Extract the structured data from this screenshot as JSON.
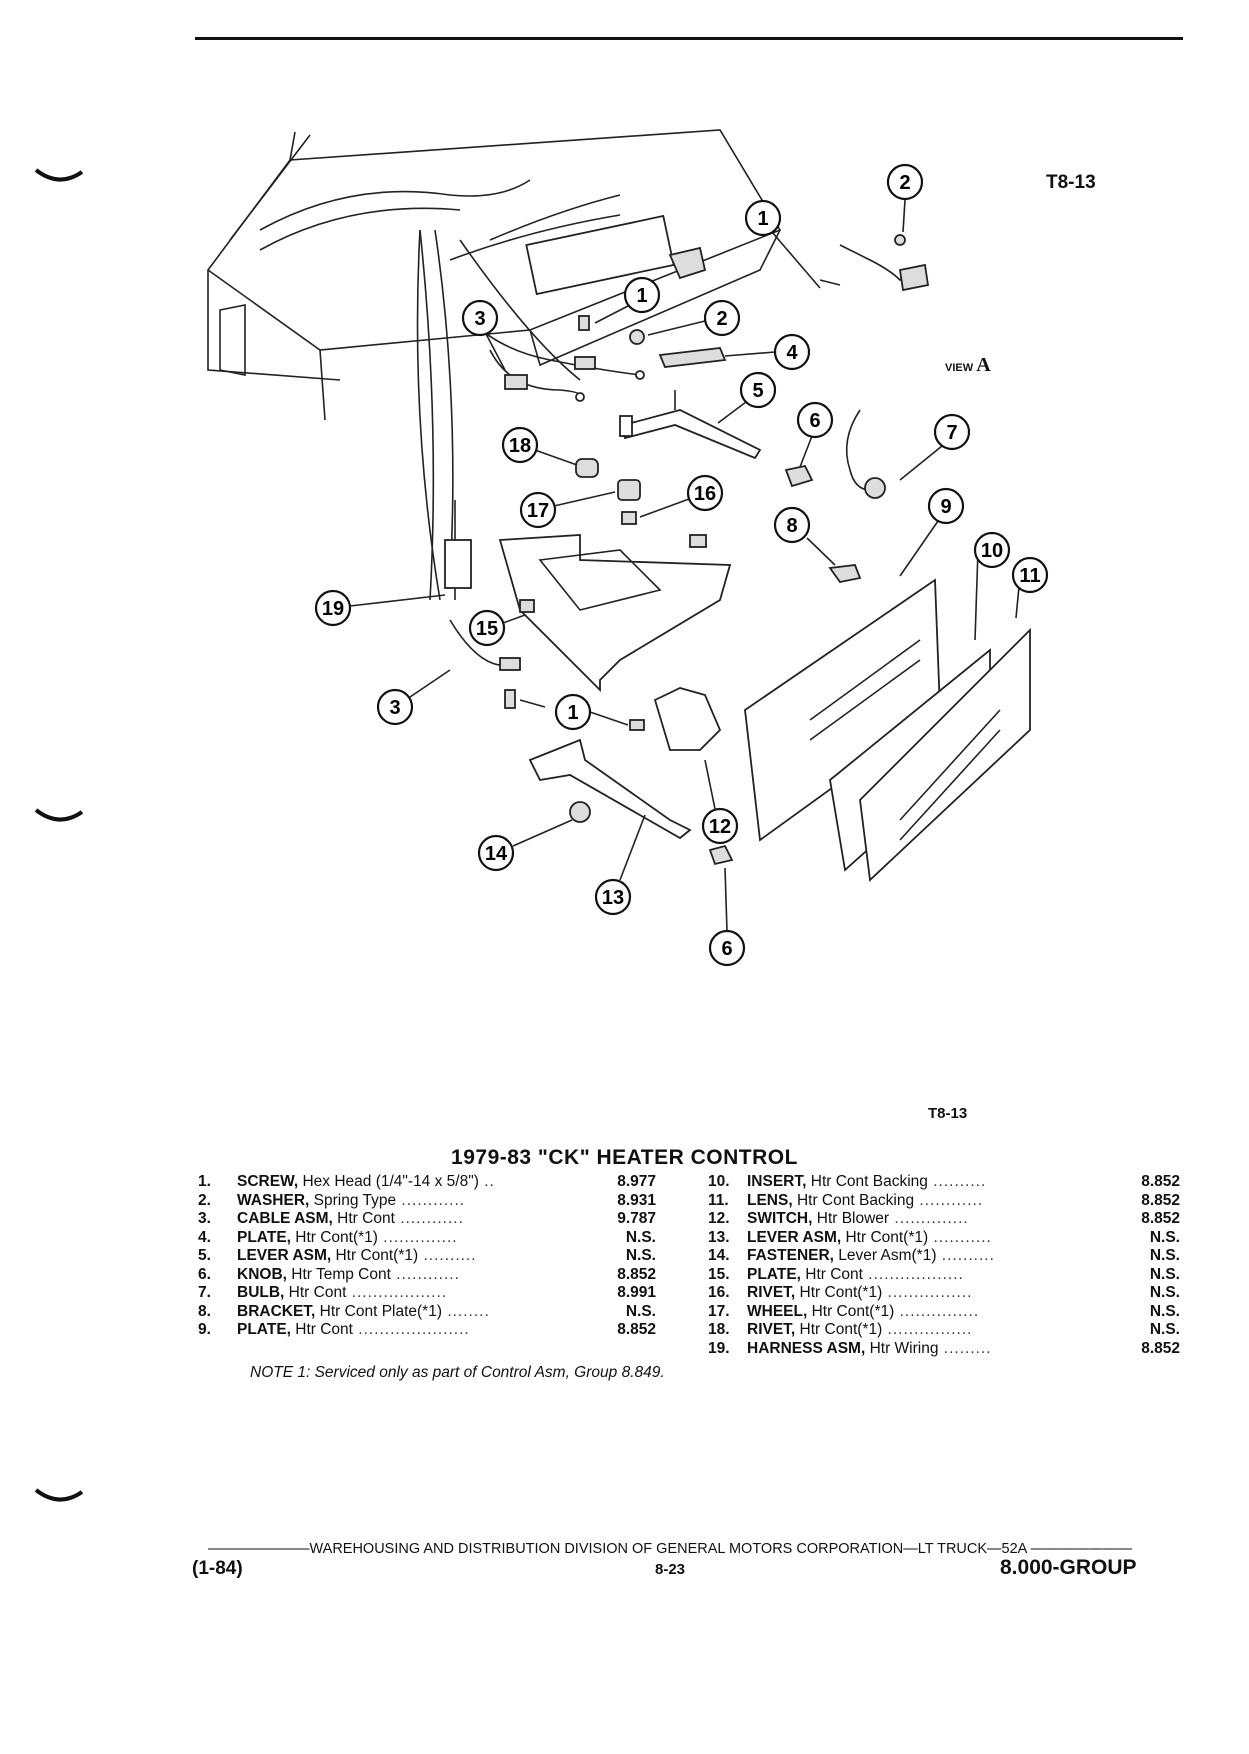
{
  "figure": {
    "code_top": "T8-13",
    "code_bottom": "T8-13",
    "view_label": "VIEW",
    "view_letter": "A",
    "callouts": [
      "2",
      "1",
      "1",
      "2",
      "3",
      "4",
      "5",
      "6",
      "7",
      "18",
      "17",
      "16",
      "8",
      "9",
      "10",
      "11",
      "19",
      "15",
      "3",
      "1",
      "12",
      "14",
      "13",
      "6"
    ]
  },
  "title": "1979-83 \"CK\" HEATER CONTROL",
  "parts_left": [
    {
      "num": "1.",
      "name": "SCREW,",
      "desc": " Hex Head (1/4\"-14 x 5/8\")",
      "dots": " ..",
      "ref": "8.977"
    },
    {
      "num": "2.",
      "name": "WASHER,",
      "desc": " Spring Type",
      "dots": " ............",
      "ref": "8.931"
    },
    {
      "num": "3.",
      "name": "CABLE ASM,",
      "desc": " Htr Cont",
      "dots": " ............",
      "ref": "9.787"
    },
    {
      "num": "4.",
      "name": "PLATE,",
      "desc": " Htr Cont(*1)",
      "dots": " ..............",
      "ref": "N.S."
    },
    {
      "num": "5.",
      "name": "LEVER ASM,",
      "desc": " Htr Cont(*1)",
      "dots": " ..........",
      "ref": "N.S."
    },
    {
      "num": "6.",
      "name": "KNOB,",
      "desc": " Htr Temp Cont",
      "dots": " ............",
      "ref": "8.852"
    },
    {
      "num": "7.",
      "name": "BULB,",
      "desc": " Htr Cont",
      "dots": " ..................",
      "ref": "8.991"
    },
    {
      "num": "8.",
      "name": "BRACKET,",
      "desc": " Htr Cont Plate(*1)",
      "dots": " ........",
      "ref": "N.S."
    },
    {
      "num": "9.",
      "name": "PLATE,",
      "desc": " Htr Cont",
      "dots": " .....................",
      "ref": "8.852"
    }
  ],
  "parts_right": [
    {
      "num": "10.",
      "name": "INSERT,",
      "desc": " Htr Cont Backing",
      "dots": " ..........",
      "ref": "8.852"
    },
    {
      "num": "11.",
      "name": "LENS,",
      "desc": " Htr Cont Backing",
      "dots": " ............",
      "ref": "8.852"
    },
    {
      "num": "12.",
      "name": "SWITCH,",
      "desc": " Htr Blower",
      "dots": " ..............",
      "ref": "8.852"
    },
    {
      "num": "13.",
      "name": "LEVER ASM,",
      "desc": " Htr Cont(*1)",
      "dots": " ...........",
      "ref": "N.S."
    },
    {
      "num": "14.",
      "name": "FASTENER,",
      "desc": " Lever Asm(*1)",
      "dots": " ..........",
      "ref": "N.S."
    },
    {
      "num": "15.",
      "name": "PLATE,",
      "desc": " Htr Cont",
      "dots": " ..................",
      "ref": "N.S."
    },
    {
      "num": "16.",
      "name": "RIVET,",
      "desc": " Htr Cont(*1)",
      "dots": " ................",
      "ref": "N.S."
    },
    {
      "num": "17.",
      "name": "WHEEL,",
      "desc": " Htr Cont(*1)",
      "dots": " ...............",
      "ref": "N.S."
    },
    {
      "num": "18.",
      "name": "RIVET,",
      "desc": " Htr Cont(*1)",
      "dots": " ................",
      "ref": "N.S."
    },
    {
      "num": "19.",
      "name": "HARNESS ASM,",
      "desc": " Htr Wiring",
      "dots": " .........",
      "ref": "8.852"
    }
  ],
  "note": "NOTE 1: Serviced only as part of Control Asm, Group 8.849.",
  "footer": {
    "line": "———————WAREHOUSING AND DISTRIBUTION DIVISION OF GENERAL MOTORS CORPORATION—LT TRUCK—52A ———————",
    "date": "(1-84)",
    "page": "8-23",
    "group": "8.000-GROUP"
  }
}
